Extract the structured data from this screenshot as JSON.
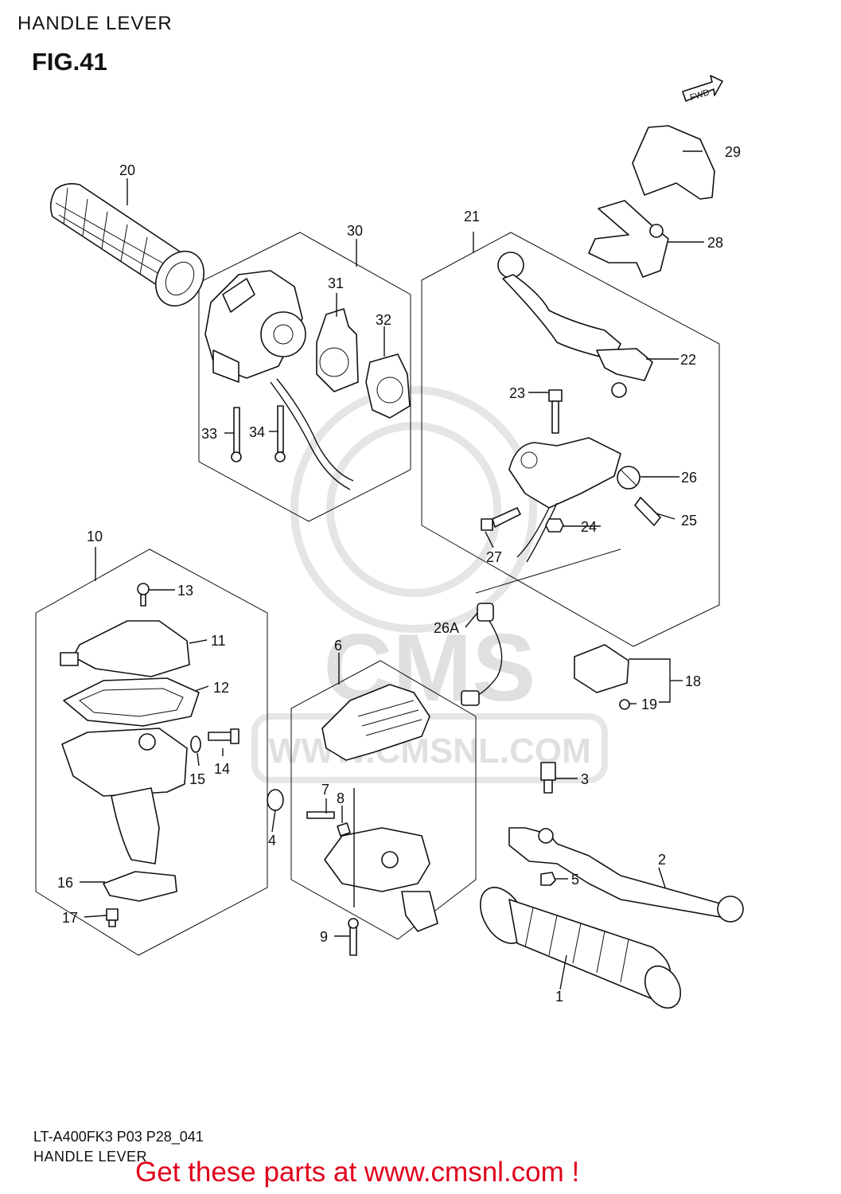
{
  "header": {
    "title": "HANDLE LEVER",
    "figure": "FIG.41"
  },
  "direction_badge": "FWD",
  "callouts": [
    {
      "id": "c20",
      "text": "20"
    },
    {
      "id": "c30",
      "text": "30"
    },
    {
      "id": "c31",
      "text": "31"
    },
    {
      "id": "c32",
      "text": "32"
    },
    {
      "id": "c33",
      "text": "33"
    },
    {
      "id": "c34",
      "text": "34"
    },
    {
      "id": "c21",
      "text": "21"
    },
    {
      "id": "c29",
      "text": "29"
    },
    {
      "id": "c28",
      "text": "28"
    },
    {
      "id": "c22",
      "text": "22"
    },
    {
      "id": "c23",
      "text": "23"
    },
    {
      "id": "c26",
      "text": "26"
    },
    {
      "id": "c25",
      "text": "25"
    },
    {
      "id": "c24",
      "text": "24"
    },
    {
      "id": "c27",
      "text": "27"
    },
    {
      "id": "c10",
      "text": "10"
    },
    {
      "id": "c13",
      "text": "13"
    },
    {
      "id": "c11",
      "text": "11"
    },
    {
      "id": "c12",
      "text": "12"
    },
    {
      "id": "c14",
      "text": "14"
    },
    {
      "id": "c15",
      "text": "15"
    },
    {
      "id": "c4",
      "text": "4"
    },
    {
      "id": "c16",
      "text": "16"
    },
    {
      "id": "c17",
      "text": "17"
    },
    {
      "id": "c6",
      "text": "6"
    },
    {
      "id": "c7",
      "text": "7"
    },
    {
      "id": "c8",
      "text": "8"
    },
    {
      "id": "c9",
      "text": "9"
    },
    {
      "id": "c26a",
      "text": "26A"
    },
    {
      "id": "c18",
      "text": "18"
    },
    {
      "id": "c19",
      "text": "19"
    },
    {
      "id": "c3",
      "text": "3"
    },
    {
      "id": "c2",
      "text": "2"
    },
    {
      "id": "c5",
      "text": "5"
    },
    {
      "id": "c1",
      "text": "1"
    }
  ],
  "watermark": {
    "text": "WWW.CMSNL.COM",
    "logo": "CMS"
  },
  "footer": {
    "code": "LT-A400FK3 P03 P28_041",
    "name": "HANDLE LEVER",
    "cta": "Get these parts at www.cmsnl.com !"
  },
  "colors": {
    "cta": "#e0001b",
    "ink": "#111111",
    "watermark": "#cfcfcf"
  }
}
